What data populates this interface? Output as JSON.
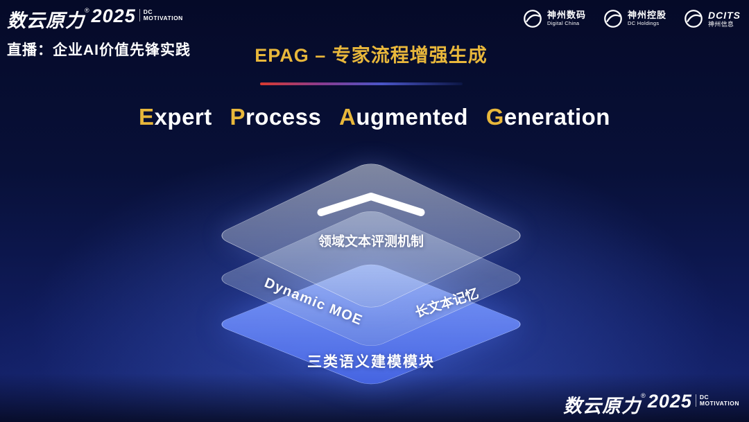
{
  "brand": {
    "name": "数云原力",
    "reg": "®",
    "year": "2025",
    "tag_line1": "DC",
    "tag_line2": "MOTIVATION"
  },
  "header": {
    "live_label": "直播：企业AI价值先锋实践",
    "title": "EPAG – 专家流程增强生成",
    "partner_logos": [
      {
        "icon": "digital-china-logo",
        "cn": "神州数码",
        "en": "Digital China"
      },
      {
        "icon": "dc-holdings-logo",
        "cn": "神州控股",
        "en": "DC Holdings"
      },
      {
        "icon": "dcits-logo",
        "cn": "DCITS",
        "en": "神州信息"
      }
    ]
  },
  "main": {
    "subtitle": {
      "words": [
        {
          "initial": "E",
          "rest": "xpert"
        },
        {
          "initial": "P",
          "rest": "rocess"
        },
        {
          "initial": "A",
          "rest": "ugmented"
        },
        {
          "initial": "G",
          "rest": "eneration"
        }
      ]
    },
    "diagram": {
      "type": "layer-stack",
      "layers": [
        {
          "position": "top",
          "label": "领域文本评测机制"
        },
        {
          "position": "middle",
          "label_left": "Dynamic MOE",
          "label_right": "长文本记忆"
        },
        {
          "position": "bottom",
          "label": "三类语义建模模块"
        }
      ]
    }
  },
  "colors": {
    "gold": "#E8B73B",
    "accent_red": "#D93A30",
    "layer_blue": "#5B7BF7",
    "background_navy": "#081038"
  }
}
